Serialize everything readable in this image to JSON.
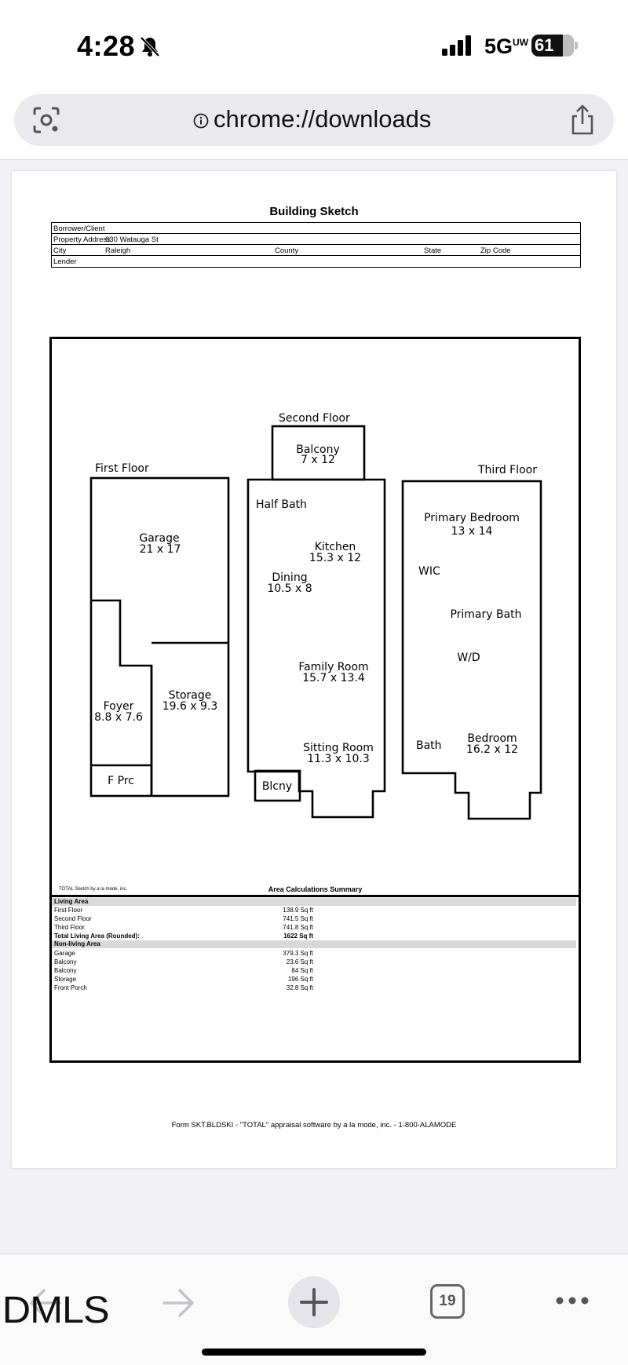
{
  "status_bar": {
    "time": "4:28",
    "network": "5G",
    "network_sup": "UW",
    "battery": "61"
  },
  "browser": {
    "url": "chrome://downloads",
    "tab_count": "19"
  },
  "document": {
    "title": "Building Sketch",
    "info": {
      "borrower_label": "Borrower/Client",
      "address_label": "Property Address",
      "address_value": "630 Watauga St",
      "city_label": "City",
      "city_value": "Raleigh",
      "county_label": "County",
      "state_label": "State",
      "zip_label": "Zip Code",
      "lender_label": "Lender"
    },
    "floors": {
      "first": "First Floor",
      "second": "Second Floor",
      "third": "Third Floor"
    },
    "rooms": {
      "garage": "Garage",
      "garage_dim": "21 x 17",
      "foyer": "Foyer",
      "foyer_dim": "8.8 x 7.6",
      "storage": "Storage",
      "storage_dim": "19.6 x 9.3",
      "front_porch": "F Prc",
      "balcony": "Balcony",
      "balcony_dim": "7 x 12",
      "half_bath": "Half Bath",
      "kitchen": "Kitchen",
      "kitchen_dim": "15.3 x 12",
      "dining": "Dining",
      "dining_dim": "10.5 x 8",
      "family_room": "Family Room",
      "family_room_dim": "15.7 x 13.4",
      "sitting_room": "Sitting Room",
      "sitting_room_dim": "11.3 x 10.3",
      "balcony_small": "Blcny",
      "primary_bedroom": "Primary Bedroom",
      "primary_bedroom_dim": "13 x 14",
      "wic": "WIC",
      "primary_bath": "Primary Bath",
      "wd": "W/D",
      "bath": "Bath",
      "bedroom": "Bedroom",
      "bedroom_dim": "16.2 x 12"
    },
    "sketch_credit": "TOTAL Sketch by a la mode, inc.",
    "summary": {
      "title": "Area Calculations Summary",
      "living_header": "Living Area",
      "living": [
        {
          "label": "First Floor",
          "value": "138.9 Sq ft"
        },
        {
          "label": "Second Floor",
          "value": "741.5 Sq ft"
        },
        {
          "label": "Third Floor",
          "value": "741.8 Sq ft"
        }
      ],
      "total_label": "Total Living Area (Rounded):",
      "total_value": "1622 Sq ft",
      "nonliving_header": "Non-living Area",
      "nonliving": [
        {
          "label": "Garage",
          "value": "379.3 Sq ft"
        },
        {
          "label": "Balcony",
          "value": "23.6 Sq ft"
        },
        {
          "label": "Balcony",
          "value": "84 Sq ft"
        },
        {
          "label": "Storage",
          "value": "196 Sq ft"
        },
        {
          "label": "Front Porch",
          "value": "32.8 Sq ft"
        }
      ]
    },
    "footer": "Form SKT.BLDSKI - \"TOTAL\" appraisal software by a la mode, inc. - 1-800-ALAMODE"
  },
  "watermark": "DMLS",
  "icons": {
    "bell": "bell-slash-icon",
    "signal": "signal-bars-icon",
    "lens": "lens-icon",
    "info": "info-icon",
    "share": "share-icon",
    "back": "back-arrow-icon",
    "forward": "forward-arrow-icon",
    "plus": "plus-icon",
    "menu": "more-icon"
  }
}
